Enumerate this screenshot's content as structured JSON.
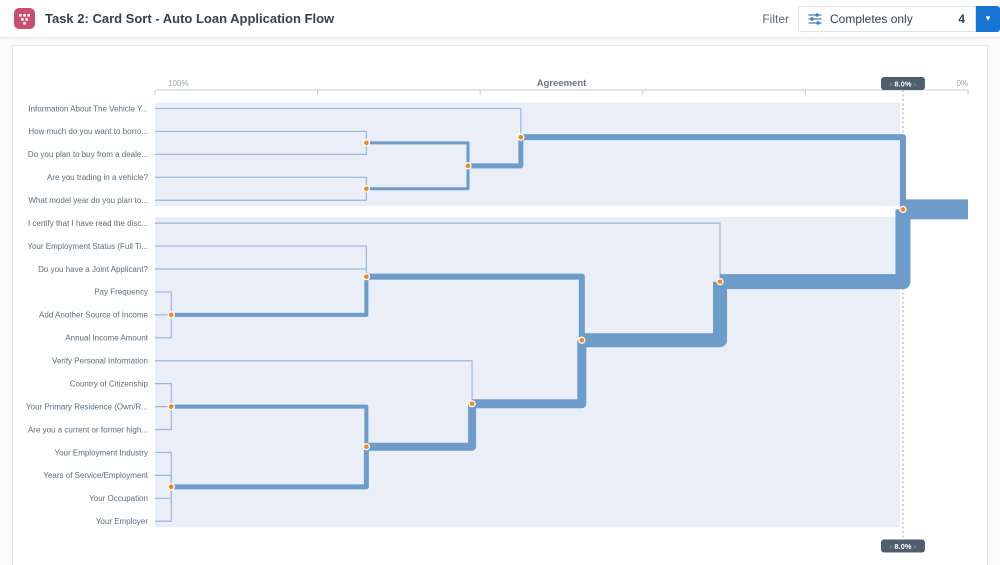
{
  "header": {
    "title": "Task 2: Card Sort - Auto Loan Application Flow",
    "task_icon": "card-sort-icon",
    "filter_label": "Filter",
    "filter_value": "Completes only",
    "filter_count": "4",
    "dropdown_icon": "▾"
  },
  "colors": {
    "icon_pink": "#c75071",
    "accent_blue": "#1673d2",
    "bar_blue": "#6d9cca",
    "leaf_line_blue": "#9bb7d9",
    "cluster_bg": "#e9eef7",
    "node_orange": "#f28a1d",
    "pill_slate": "#4e5e6d",
    "axis_gray": "#c6ccd4",
    "dash_gray": "#9aa4ae",
    "label_gray": "#5c6d7c"
  },
  "chart_data": {
    "type": "dendrogram",
    "axis": {
      "label": "Agreement",
      "left_tick_label": "100%",
      "right_tick_label": "0%",
      "ticks_percent": [
        100,
        80,
        60,
        40,
        20,
        0
      ],
      "range_percent": [
        100,
        0
      ]
    },
    "threshold": {
      "value_percent": 8,
      "label": "8.0%",
      "prev_icon": "‹",
      "next_icon": "›"
    },
    "leaves": [
      "Information About The Vehicle Y...",
      "How much do you want to borro...",
      "Do you plan to buy from a deale...",
      "Are you trading in a vehicle?",
      "What model year do you plan to...",
      "I certify that I have read the disc...",
      "Your Employment Status (Full Ti...",
      "Do you have a Joint Applicant?",
      "Pay Frequency",
      "Add Another Source of Income",
      "Annual Income Amount",
      "Verify Personal Information",
      "Country of Citizenship",
      "Your Primary Residence (Own/R...",
      "Are you a current or former high...",
      "Your Employment Industry",
      "Years of Service/Employment",
      "Your Occupation",
      "Your Employer"
    ],
    "merges": [
      {
        "id": "m_borrow_dealer",
        "children": [
          "L1",
          "L2"
        ],
        "agreement": 74
      },
      {
        "id": "m_trade_year",
        "children": [
          "L3",
          "L4"
        ],
        "agreement": 74
      },
      {
        "id": "m_vehicle_pair",
        "children": [
          "m_borrow_dealer",
          "m_trade_year"
        ],
        "agreement": 61.5
      },
      {
        "id": "m_vehicle_all",
        "children": [
          "L0",
          "m_vehicle_pair"
        ],
        "agreement": 55
      },
      {
        "id": "m_income_trio",
        "children": [
          "L8",
          "L9",
          "L10"
        ],
        "agreement": 98
      },
      {
        "id": "m_employment_joint",
        "children": [
          "L6",
          "L7",
          "m_income_trio"
        ],
        "agreement": 74
      },
      {
        "id": "m_personal_trio",
        "children": [
          "L12",
          "L13",
          "L14"
        ],
        "agreement": 98
      },
      {
        "id": "m_work_quad",
        "children": [
          "L15",
          "L16",
          "L17",
          "L18"
        ],
        "agreement": 98
      },
      {
        "id": "m_personal_work",
        "children": [
          "m_personal_trio",
          "m_work_quad"
        ],
        "agreement": 74
      },
      {
        "id": "m_verify_group",
        "children": [
          "L11",
          "m_personal_work"
        ],
        "agreement": 61
      },
      {
        "id": "m_mid_merge",
        "children": [
          "m_employment_joint",
          "m_verify_group"
        ],
        "agreement": 47.5
      },
      {
        "id": "m_certify_group",
        "children": [
          "L5",
          "m_mid_merge"
        ],
        "agreement": 30.5
      },
      {
        "id": "m_root",
        "children": [
          "m_vehicle_all",
          "m_certify_group"
        ],
        "agreement": 8
      }
    ],
    "clusters": [
      {
        "from_leaf": 0,
        "to_leaf": 4
      },
      {
        "from_leaf": 5,
        "to_leaf": 18
      }
    ]
  }
}
